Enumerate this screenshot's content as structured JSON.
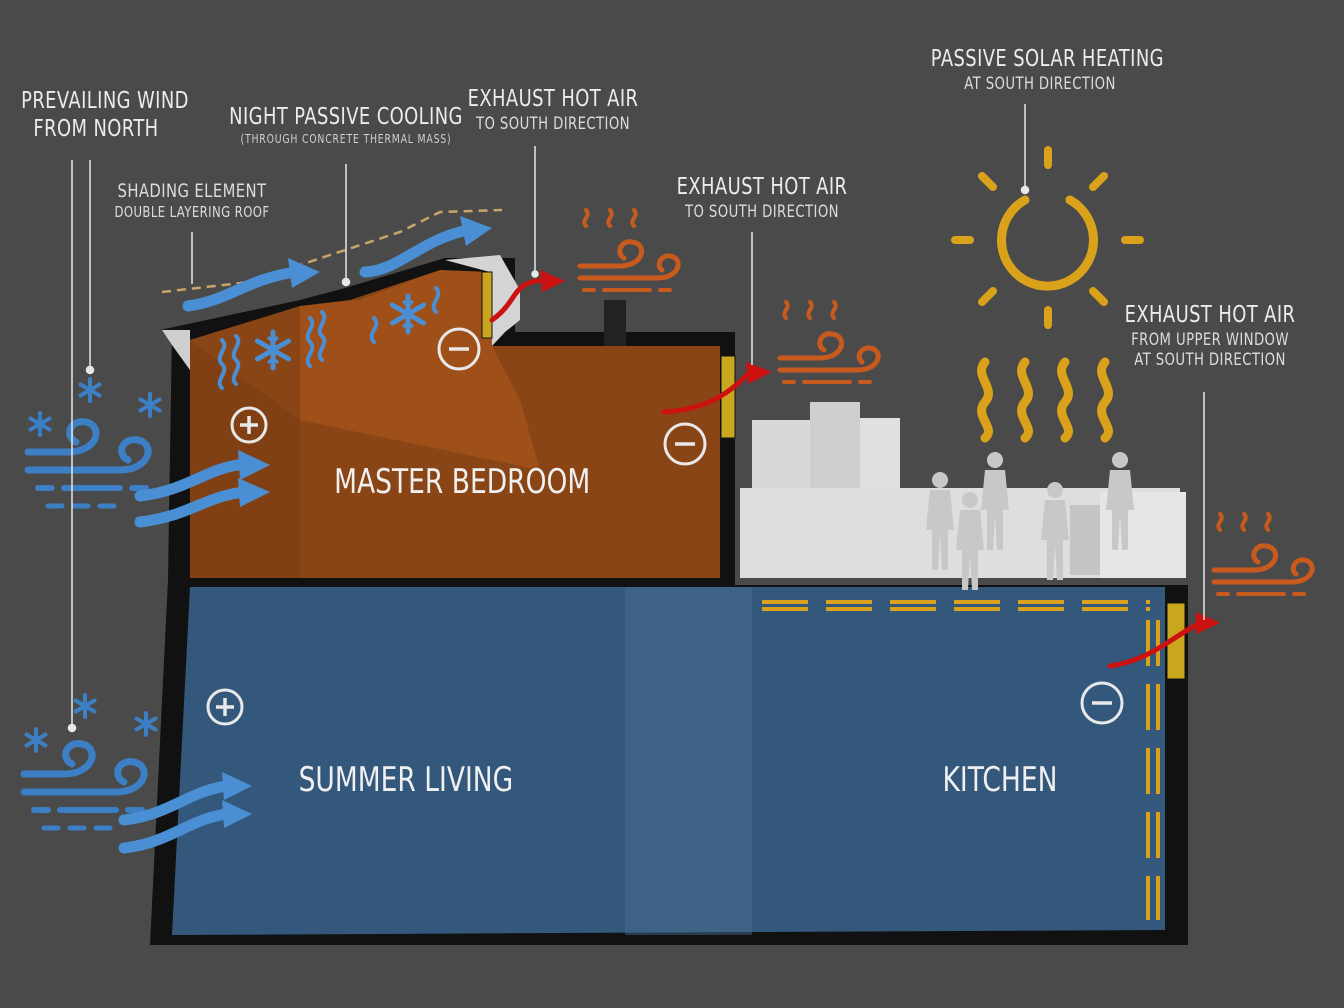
{
  "labels": {
    "wind": {
      "title": "PREVAILING WIND",
      "sub": "FROM NORTH"
    },
    "shading": {
      "title": "SHADING ELEMENT",
      "sub": "DOUBLE LAYERING ROOF"
    },
    "night_cooling": {
      "title": "NIGHT PASSIVE COOLING",
      "sub": "(THROUGH CONCRETE THERMAL MASS)"
    },
    "exhaust_1": {
      "title": "EXHAUST HOT AIR",
      "sub": "TO SOUTH DIRECTION"
    },
    "exhaust_2": {
      "title": "EXHAUST HOT AIR",
      "sub": "TO SOUTH DIRECTION"
    },
    "solar": {
      "title": "PASSIVE SOLAR HEATING",
      "sub": "AT SOUTH DIRECTION"
    },
    "exhaust_3": {
      "title": "EXHAUST HOT AIR",
      "sub1": "FROM UPPER WINDOW",
      "sub2": "AT SOUTH DIRECTION"
    }
  },
  "rooms": {
    "master_bedroom": "MASTER BEDROOM",
    "summer_living": "SUMMER LIVING",
    "kitchen": "KITCHEN"
  },
  "colors": {
    "background": "#4a4a4a",
    "bedroom": "#8a4516",
    "living": "#33587c",
    "cool_air": "#4a8fd4",
    "hot_air": "#c85a1e",
    "exhaust_arrow": "#cc1111",
    "sun": "#d9a21a"
  }
}
